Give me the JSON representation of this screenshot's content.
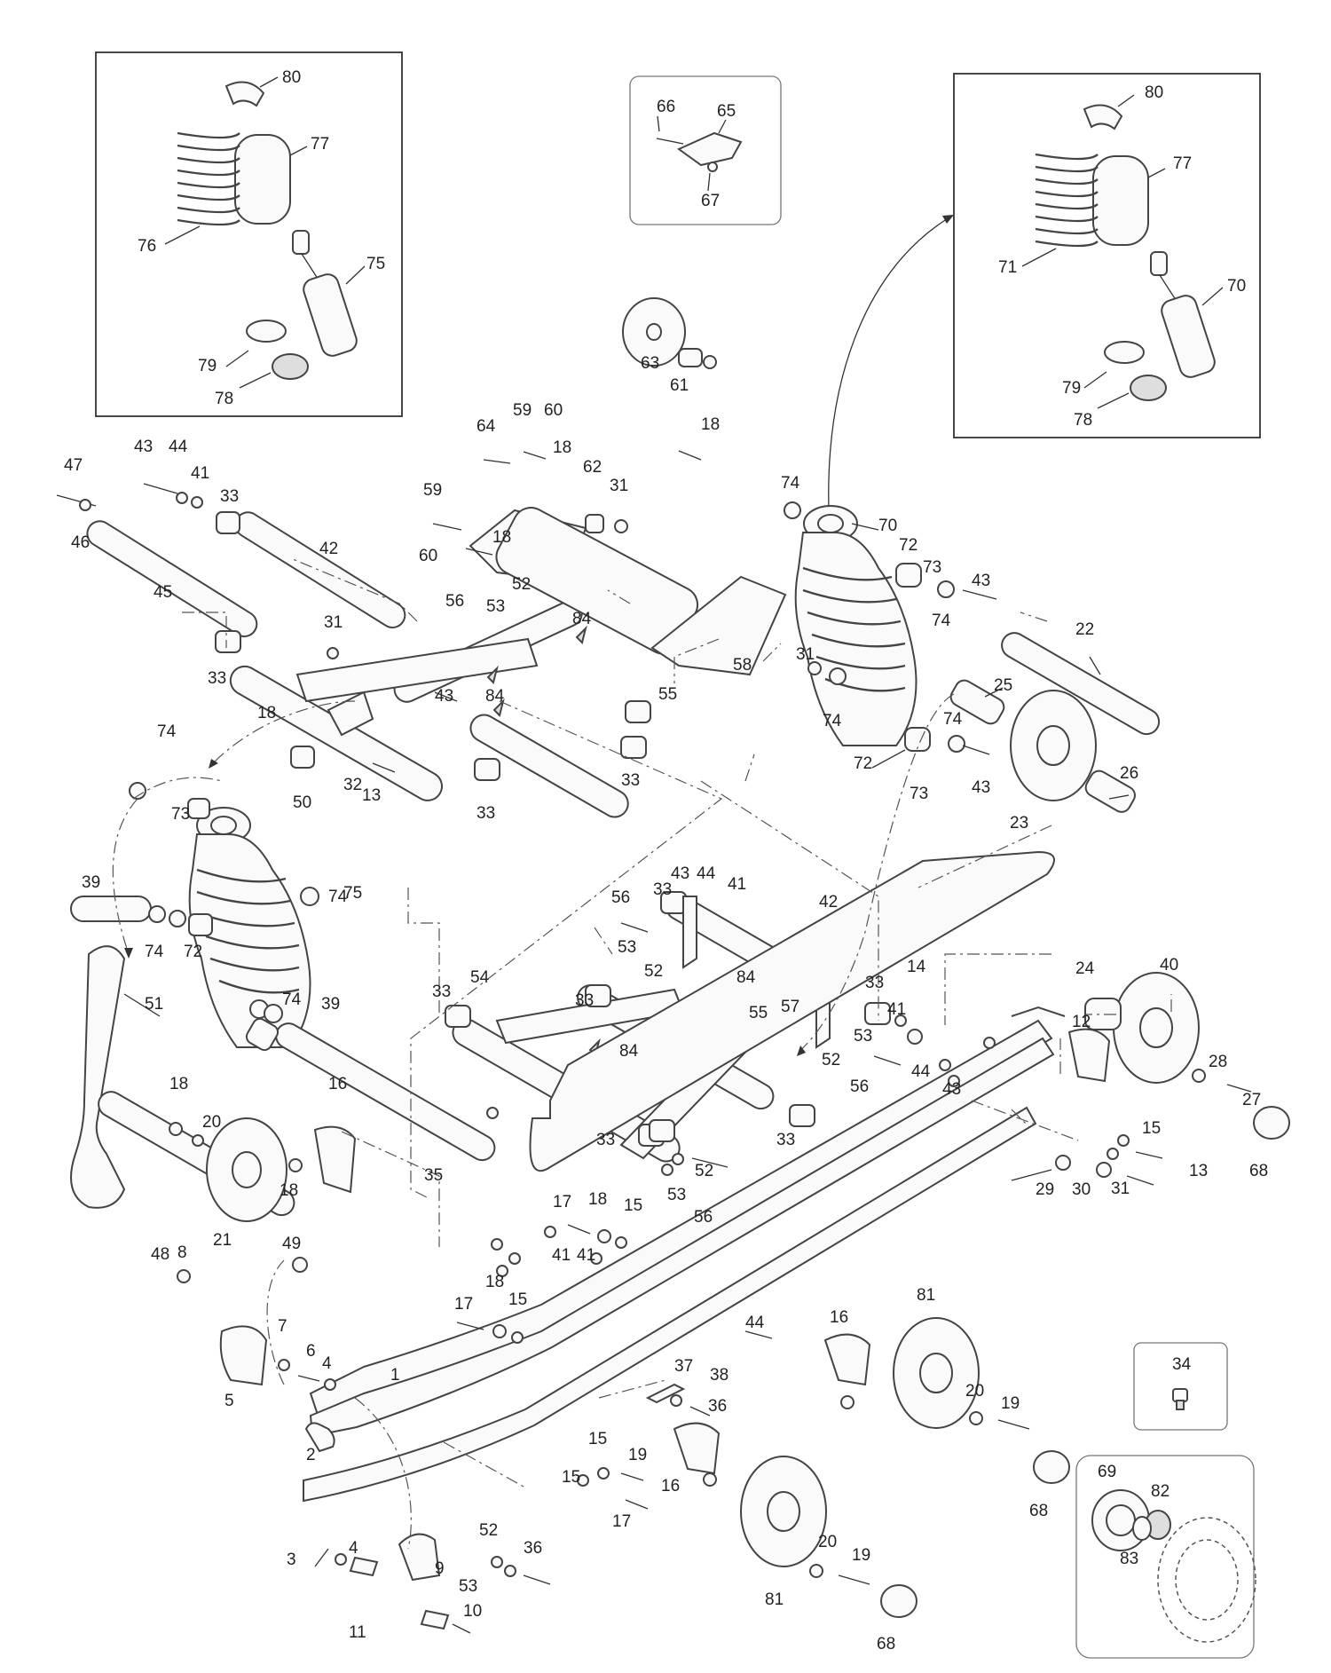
{
  "parts": {
    "inset_left": [
      "80",
      "77",
      "76",
      "75",
      "79",
      "78"
    ],
    "inset_center": [
      "66",
      "65",
      "67"
    ],
    "inset_right": [
      "80",
      "77",
      "71",
      "70",
      "79",
      "78"
    ],
    "inset_bottom_right_small": [
      "34"
    ],
    "inset_bottom_right_round": [
      "69",
      "82",
      "83"
    ],
    "main": [
      "1",
      "2",
      "3",
      "4",
      "4",
      "5",
      "6",
      "7",
      "8",
      "9",
      "10",
      "11",
      "12",
      "13",
      "13",
      "14",
      "15",
      "15",
      "15",
      "15",
      "15",
      "16",
      "16",
      "16",
      "17",
      "17",
      "17",
      "18",
      "18",
      "18",
      "18",
      "18",
      "18",
      "18",
      "18",
      "19",
      "19",
      "19",
      "20",
      "20",
      "20",
      "21",
      "22",
      "23",
      "24",
      "25",
      "26",
      "27",
      "28",
      "29",
      "30",
      "31",
      "31",
      "31",
      "31",
      "32",
      "33",
      "33",
      "33",
      "33",
      "33",
      "33",
      "33",
      "33",
      "33",
      "33",
      "35",
      "36",
      "36",
      "37",
      "38",
      "39",
      "39",
      "40",
      "41",
      "41",
      "41",
      "41",
      "41",
      "42",
      "42",
      "43",
      "43",
      "43",
      "43",
      "43",
      "43",
      "44",
      "44",
      "44",
      "44",
      "45",
      "46",
      "47",
      "48",
      "49",
      "50",
      "51",
      "52",
      "52",
      "52",
      "52",
      "52",
      "53",
      "53",
      "53",
      "53",
      "53",
      "54",
      "55",
      "55",
      "56",
      "56",
      "56",
      "56",
      "57",
      "58",
      "59",
      "59",
      "60",
      "60",
      "61",
      "62",
      "63",
      "64",
      "68",
      "68",
      "68",
      "70",
      "72",
      "72",
      "72",
      "73",
      "73",
      "73",
      "74",
      "74",
      "74",
      "74",
      "74",
      "74",
      "74",
      "74",
      "75",
      "81",
      "81",
      "84",
      "84",
      "84",
      "84"
    ]
  }
}
